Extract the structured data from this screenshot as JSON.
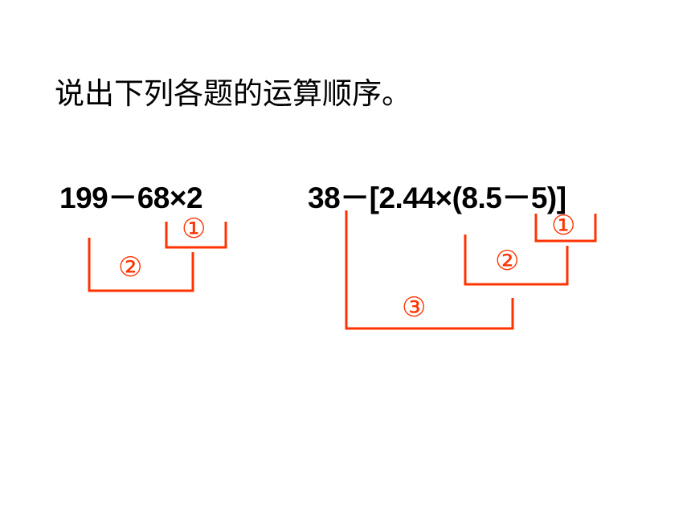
{
  "title": "说出下列各题的运算顺序。",
  "expressions": [
    {
      "text": "199－68×2",
      "steps": [
        "①",
        "②"
      ]
    },
    {
      "text": "38－[2.44×(8.5－5)]",
      "steps": [
        "①",
        "②",
        "③"
      ]
    }
  ],
  "colors": {
    "text": "#000000",
    "annotation": "#ff3300"
  }
}
